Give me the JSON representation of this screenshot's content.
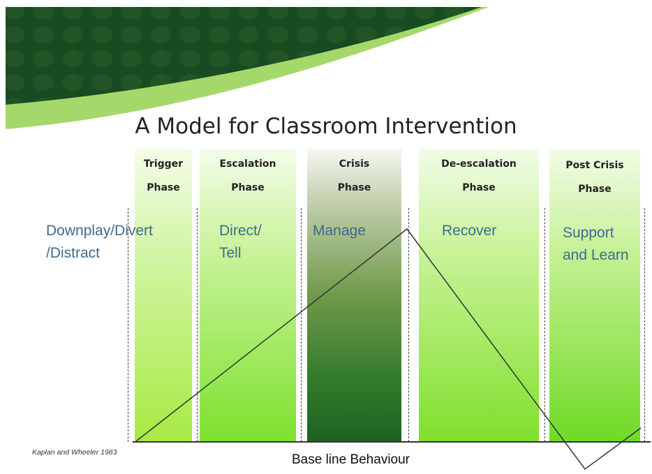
{
  "title": "A Model for Classroom Intervention",
  "phases": [
    {
      "line1": "Trigger",
      "line2": "Phase"
    },
    {
      "line1": "Escalation",
      "line2": "Phase"
    },
    {
      "line1": "Crisis",
      "line2": "Phase"
    },
    {
      "line1": "De-escalation",
      "line2": "Phase"
    },
    {
      "line1": "Post Crisis",
      "line2": "Phase"
    }
  ],
  "strategies": [
    {
      "line1": "Downplay/Divert",
      "line2": "/Distract"
    },
    {
      "line1": "Direct/",
      "line2": "Tell"
    },
    {
      "line1": "Manage",
      "line2": ""
    },
    {
      "line1": "Recover",
      "line2": ""
    },
    {
      "line1": "Support",
      "line2": "and Learn"
    }
  ],
  "baseline_label": "Base line Behaviour",
  "credit": "Kaplan and Wheeler 1983"
}
